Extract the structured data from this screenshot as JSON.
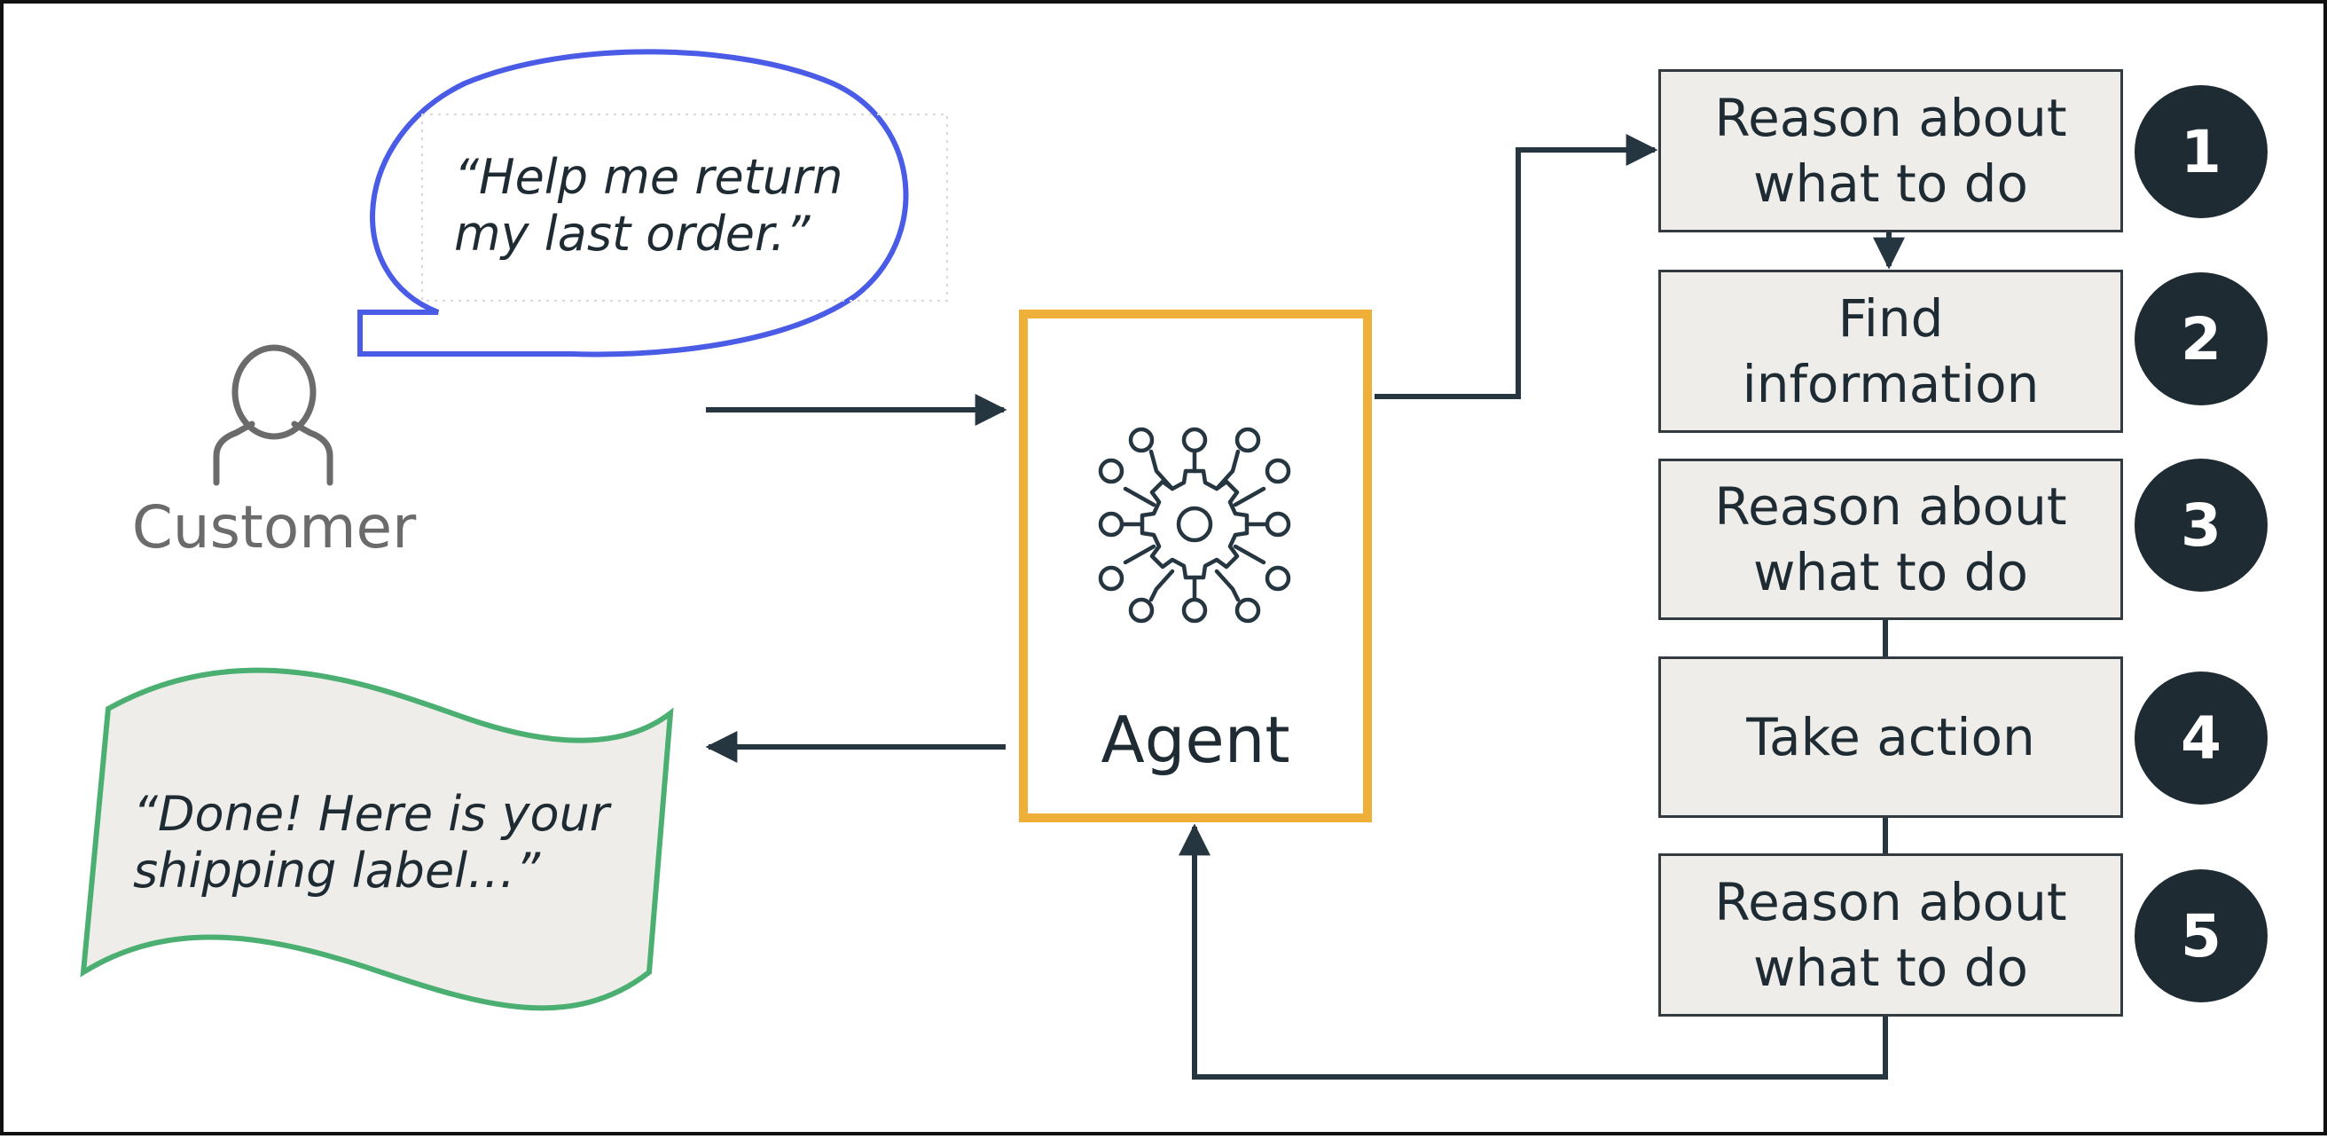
{
  "customer": {
    "label": "Customer"
  },
  "request_bubble": {
    "text": "“Help me return\nmy last order.”"
  },
  "response_banner": {
    "text": "“Done! Here is your\nshipping label…”"
  },
  "agent": {
    "label": "Agent",
    "icon": "gear-circuit-icon"
  },
  "steps": [
    {
      "number": "1",
      "label": "Reason about\nwhat to do"
    },
    {
      "number": "2",
      "label": "Find\ninformation"
    },
    {
      "number": "3",
      "label": "Reason about\nwhat to do"
    },
    {
      "number": "4",
      "label": "Take action"
    },
    {
      "number": "5",
      "label": "Reason about\nwhat to do"
    }
  ],
  "colors": {
    "bubble_stroke": "#4a5be6",
    "banner_stroke": "#4caf72",
    "agent_border": "#efb03a",
    "arrow": "#263640",
    "badge": "#1f2b33",
    "step_fill": "#eeedea"
  }
}
